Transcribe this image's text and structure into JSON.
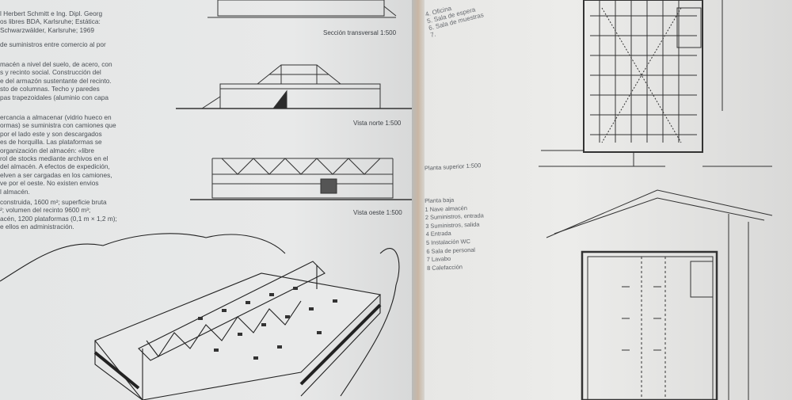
{
  "left_page": {
    "credits": [
      "l Herbert Schmitt e Ing. Dipl. Georg",
      "os libres BDA, Karlsruhe; Estática:",
      "Schwarzwälder, Karlsruhe; 1969"
    ],
    "purpose": "de suministros entre comercio al por",
    "construction": [
      "macén a nivel del suelo, de acero, con",
      "s y recinto social. Construcción del",
      "e del armazón sustentante del recinto.",
      "sto de columnas. Techo y paredes",
      "pas trapezoidales (aluminio con capa"
    ],
    "operation": [
      "ercancia a almacenar (vidrio hueco en",
      "ormas) se suministra con camiones que",
      " por el lado este y son descargados",
      "es de horquilla. Las plataformas se",
      " organización del almacén: «libre",
      "rol de stocks mediante archivos en el",
      "del almacén. A efectos de expedición,",
      "elven a ser cargadas en los camiones,",
      "ve por el oeste. No existen envios",
      "l almacén."
    ],
    "figures": [
      "construida, 1600 m²; superficie bruta",
      "²; volumen del recinto 9600 m³;",
      "acén, 1200 plataformas (0,1 m × 1,2 m);",
      "e ellos en administración."
    ],
    "captions": {
      "section": "Sección transversal 1:500",
      "north": "Vista norte 1:500",
      "west": "Vista oeste 1:500"
    }
  },
  "right_page": {
    "top_legend": [
      "4. Oficina",
      "5. Sala de espera",
      "6. Sala de muestras",
      "7."
    ],
    "upper_plan_caption": "Planta superior 1:500",
    "ground_plan_title": "Planta baja",
    "ground_plan_legend": [
      "1 Nave almacén",
      "2 Suministros, entrada",
      "3 Suministros, salida",
      "4 Entrada",
      "5 Instalación WC",
      "6 Sala de personal",
      "7 Lavabo",
      "8 Calefacción"
    ]
  }
}
